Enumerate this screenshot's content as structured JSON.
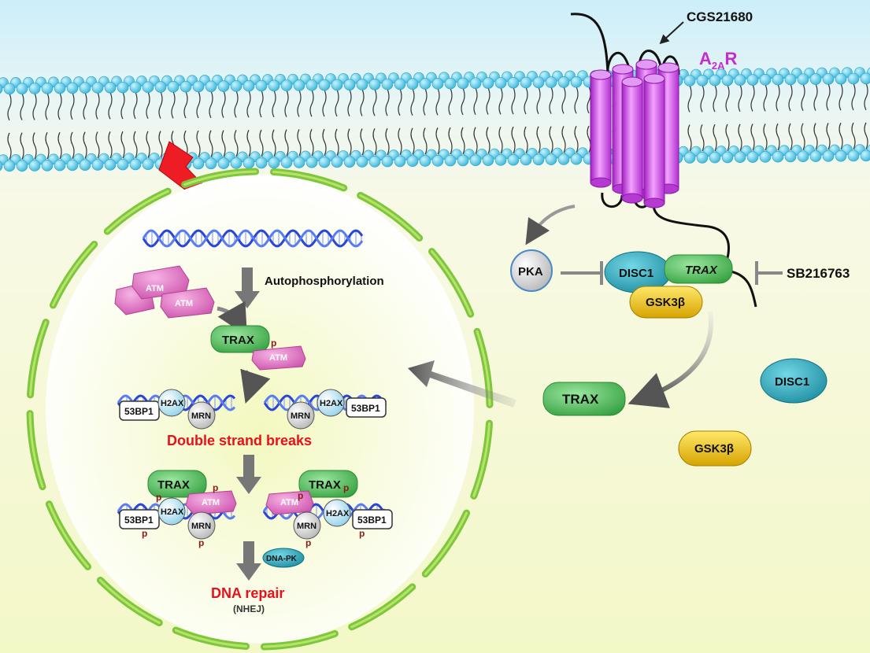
{
  "receptor": {
    "agonist": "CGS21680",
    "name_main": "A",
    "name_sub": "2A",
    "name_tail": "R"
  },
  "cytoplasm": {
    "pka": "PKA",
    "disc1": "DISC1",
    "trax": "TRAX",
    "gsk3b": "GSK3β",
    "inhibitor": "SB216763",
    "free_trax": "TRAX",
    "free_disc1": "DISC1",
    "free_gsk3b": "GSK3β"
  },
  "nucleus": {
    "autophosphorylation": "Autophosphorylation",
    "atm": "ATM",
    "trax": "TRAX",
    "phospho": "p",
    "h2ax": "H2AX",
    "mrn": "MRN",
    "bp53": "53BP1",
    "double_strand_breaks": "Double strand breaks",
    "dna_pk": "DNA-PK",
    "dna_repair": "DNA repair",
    "nhej": "(NHEJ)"
  },
  "colors": {
    "red_label": "#e8101a",
    "receptor_label": "#c42ad6",
    "trax_green": "#4cc157",
    "atm_pink": "#e067bf",
    "disc1_teal": "#2ba6b8",
    "gsk_yellow": "#f0c419",
    "membrane_blue": "#5ad0ee"
  }
}
